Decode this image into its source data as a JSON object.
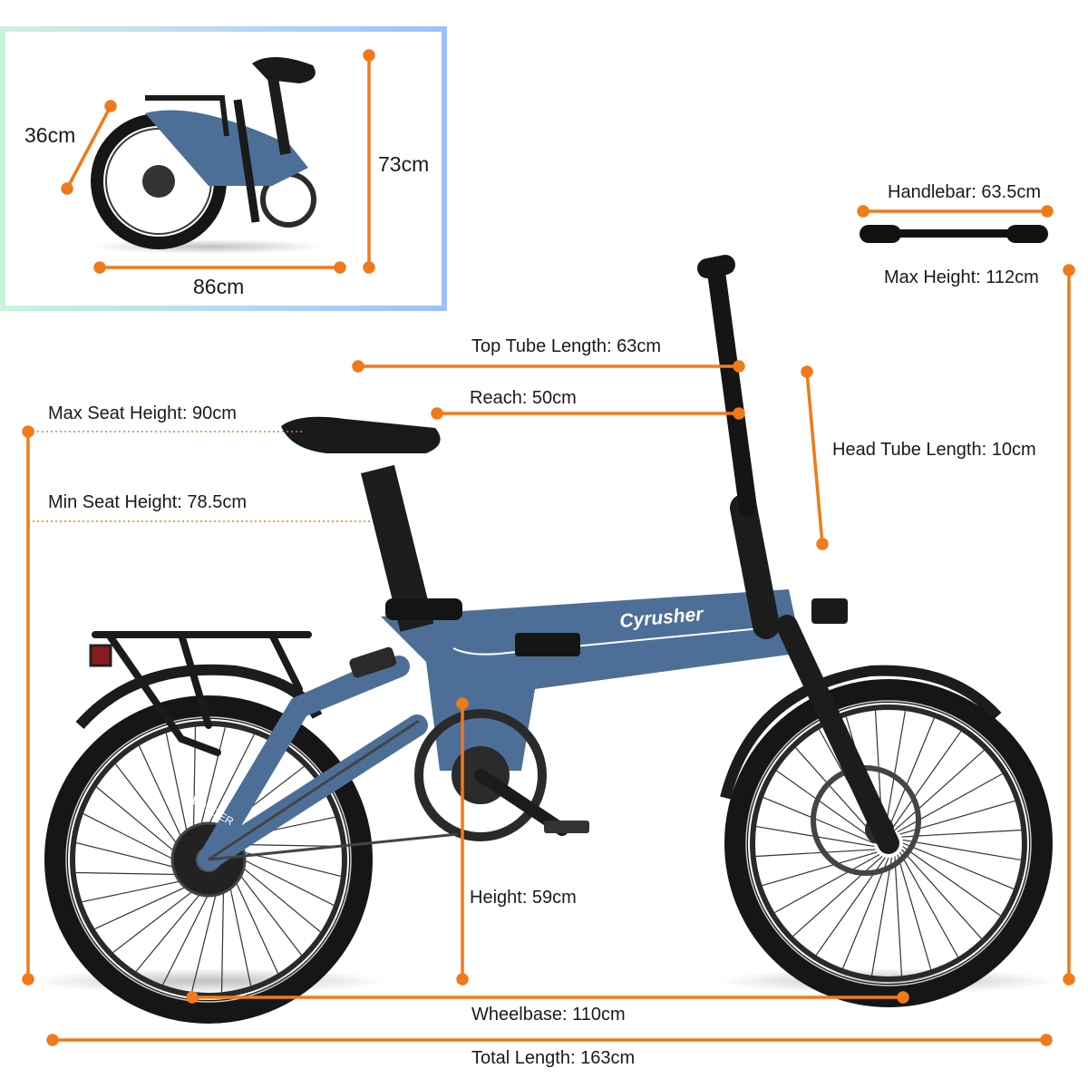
{
  "brand": "Cyrusher",
  "frame_label": "VONDER",
  "accent_color": "#f07a19",
  "frame_color": "#4d6f97",
  "folded": {
    "depth": "36cm",
    "height": "73cm",
    "length": "86cm"
  },
  "dimensions": {
    "handlebar": "Handlebar: 63.5cm",
    "max_height": "Max Height: 112cm",
    "top_tube": "Top Tube Length: 63cm",
    "reach": "Reach: 50cm",
    "head_tube": "Head Tube Length: 10cm",
    "max_seat": "Max Seat Height: 90cm",
    "min_seat": "Min Seat Height: 78.5cm",
    "height": "Height: 59cm",
    "wheelbase": "Wheelbase: 110cm",
    "total_length": "Total Length: 163cm"
  }
}
